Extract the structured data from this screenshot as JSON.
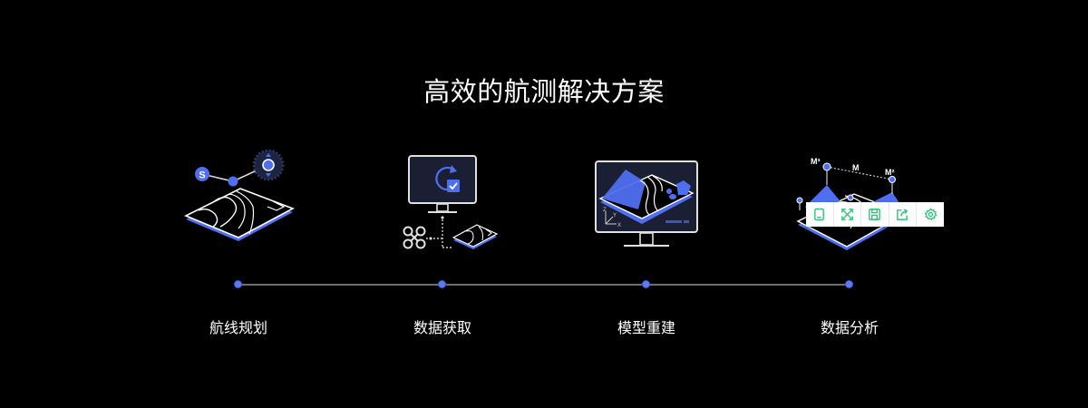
{
  "page": {
    "title": "高效的航测解决方案"
  },
  "steps": [
    {
      "label": "航线规划",
      "icon": "flight-route-planning-icon"
    },
    {
      "label": "数据获取",
      "icon": "data-acquisition-icon"
    },
    {
      "label": "模型重建",
      "icon": "model-reconstruction-icon"
    },
    {
      "label": "数据分析",
      "icon": "data-analysis-icon"
    }
  ],
  "illustrations": {
    "route": {
      "start_marker": "S"
    },
    "reconstruction": {
      "axes": [
        "Z",
        "Y",
        "X"
      ]
    },
    "analysis": {
      "measure_labels": [
        "M³",
        "M",
        "M²"
      ]
    }
  },
  "toolbar": {
    "tools": [
      {
        "name": "tablet-icon"
      },
      {
        "name": "fullscreen-icon"
      },
      {
        "name": "save-icon"
      },
      {
        "name": "share-icon"
      },
      {
        "name": "settings-icon"
      }
    ]
  },
  "colors": {
    "background": "#000000",
    "accent_blue": "#4f6ff0",
    "timeline": "#6e6e6e",
    "toolbar_icon_green": "#2fc27a",
    "panel_dark": "#1a1f33"
  }
}
